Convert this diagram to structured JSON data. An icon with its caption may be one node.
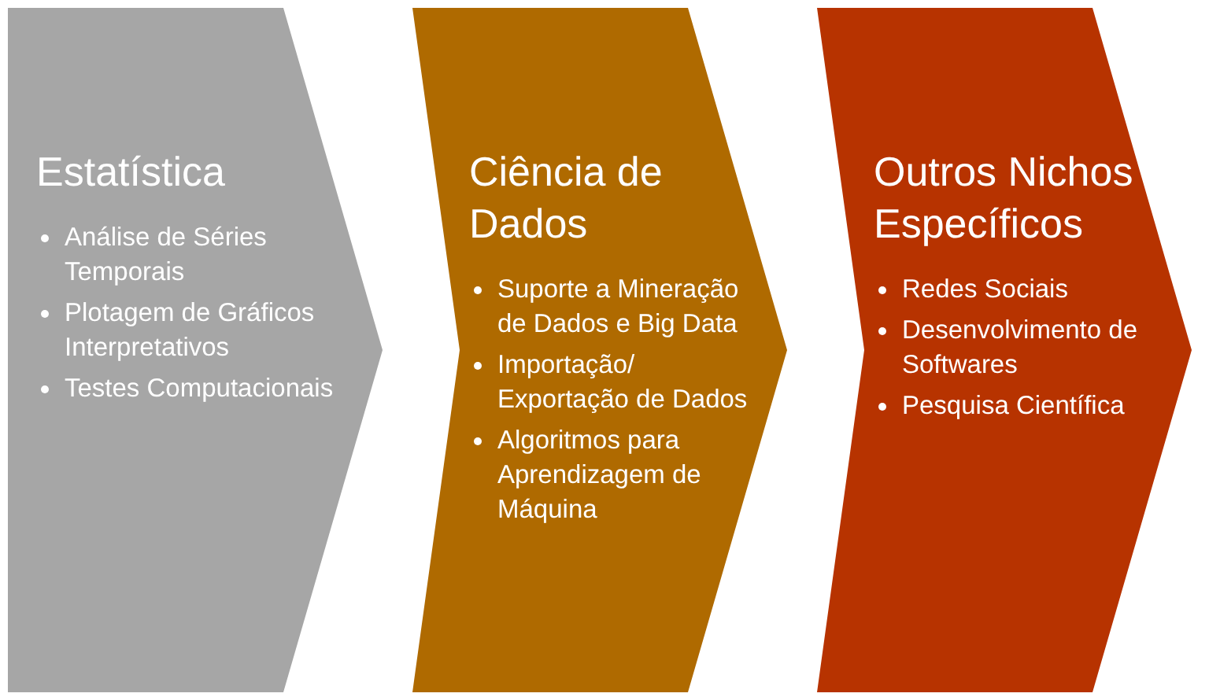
{
  "diagram": {
    "nodes": [
      {
        "text": [
          "Estatística",
          "Análise de Séries Temporais",
          "Plotagem de Gráficos Interpretativos",
          "Testes Computacionais"
        ]
      },
      {
        "text": [
          "Ciência de Dados",
          "Suporte a Mineração de Dados e Big Data",
          "Importação/ Exportação de Dados",
          "Algoritmos para Aprendizagem de Máquina"
        ]
      },
      {
        "text": [
          "Outros Nichos Específicos",
          "Redes Sociais",
          "Desenvolvimento de Softwares",
          "Pesquisa Científica"
        ]
      }
    ]
  }
}
